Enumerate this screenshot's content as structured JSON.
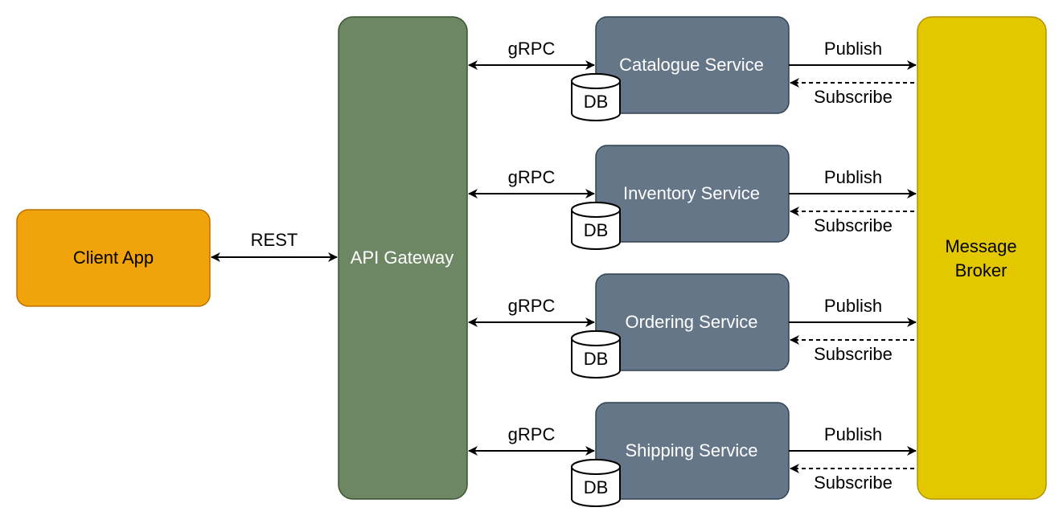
{
  "colors": {
    "client_fill": "#f0a30a",
    "client_stroke": "#bd7000",
    "gateway_fill": "#6d8764",
    "gateway_stroke": "#3a5431",
    "service_fill": "#647687",
    "service_stroke": "#314354",
    "broker_fill": "#e3c800",
    "broker_stroke": "#b09500",
    "db_fill": "#ffffff",
    "line": "#000000"
  },
  "client": {
    "label": "Client App"
  },
  "gateway": {
    "label": "API Gateway"
  },
  "broker": {
    "label_line1": "Message",
    "label_line2": "Broker"
  },
  "rest_label": "REST",
  "services": [
    {
      "name": "Catalogue Service",
      "db_label": "DB",
      "rpc_label": "gRPC",
      "publish_label": "Publish",
      "subscribe_label": "Subscribe"
    },
    {
      "name": "Inventory Service",
      "db_label": "DB",
      "rpc_label": "gRPC",
      "publish_label": "Publish",
      "subscribe_label": "Subscribe"
    },
    {
      "name": "Ordering Service",
      "db_label": "DB",
      "rpc_label": "gRPC",
      "publish_label": "Publish",
      "subscribe_label": "Subscribe"
    },
    {
      "name": "Shipping Service",
      "db_label": "DB",
      "rpc_label": "gRPC",
      "publish_label": "Publish",
      "subscribe_label": "Subscribe"
    }
  ]
}
